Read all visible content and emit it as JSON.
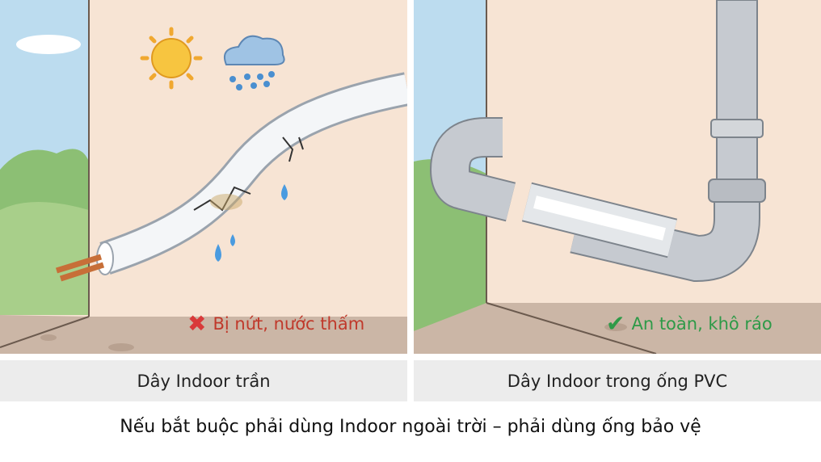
{
  "left_panel": {
    "status_text": "Bị nứt, nước thấm",
    "status_icon": "cross-icon",
    "status_color": "#c0392b",
    "label": "Dây Indoor trần"
  },
  "right_panel": {
    "status_text": "An toàn, khô ráo",
    "status_icon": "check-icon",
    "status_color": "#2e9a48",
    "label": "Dây Indoor trong ống PVC"
  },
  "caption": "Nếu bắt buộc phải dùng Indoor ngoài trời – phải dùng ống bảo vệ"
}
